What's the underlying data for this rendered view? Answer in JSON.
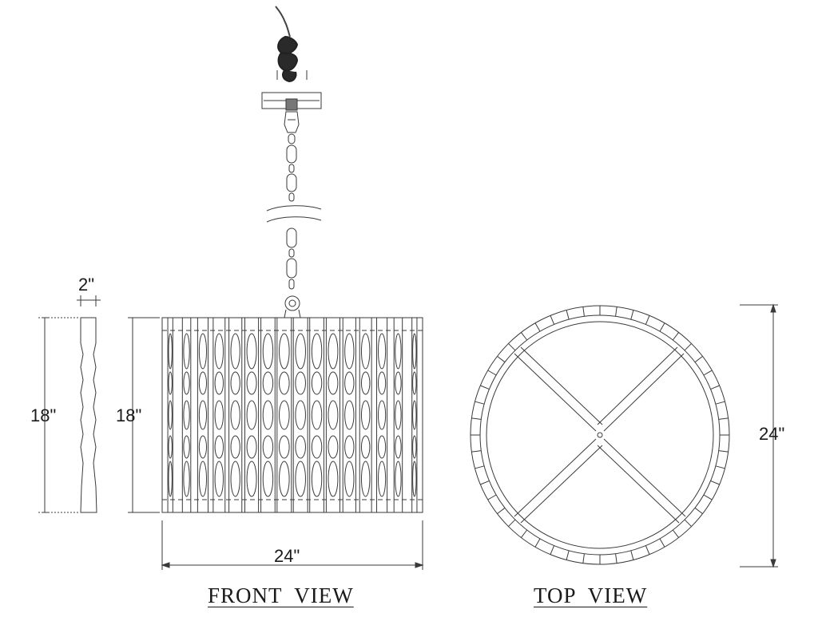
{
  "dimensions": {
    "side_width": "2\"",
    "side_height": "18\"",
    "front_height": "18\"",
    "front_width": "24\"",
    "top_diameter": "24\""
  },
  "views": {
    "front": "FRONT VIEW",
    "top": "TOP VIEW"
  },
  "colors": {
    "line": "#3a3a3a",
    "cord": "#222222",
    "background": "#ffffff"
  }
}
